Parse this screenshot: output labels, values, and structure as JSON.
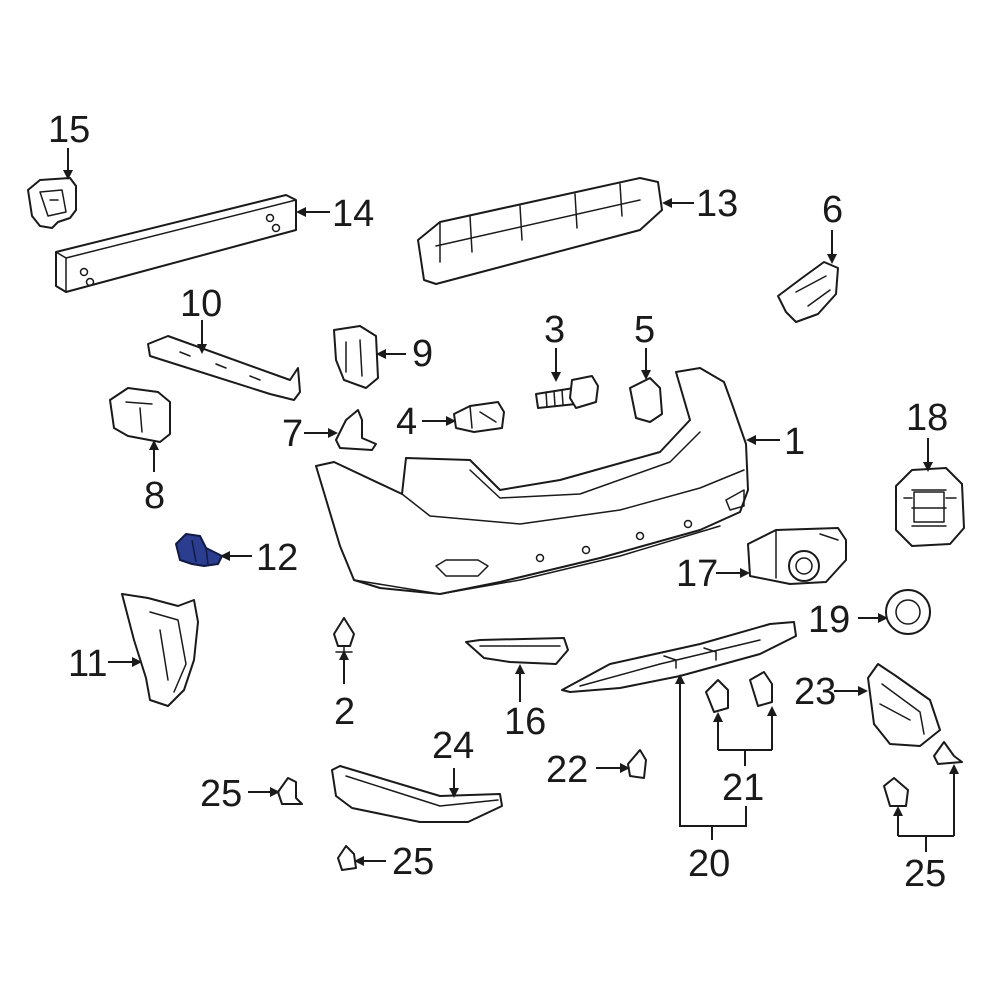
{
  "highlight_color": "#2b3d8f",
  "callouts": {
    "c1": "1",
    "c2": "2",
    "c3": "3",
    "c4": "4",
    "c5": "5",
    "c6": "6",
    "c7": "7",
    "c8": "8",
    "c9": "9",
    "c10": "10",
    "c11": "11",
    "c12": "12",
    "c13": "13",
    "c14": "14",
    "c15": "15",
    "c16": "16",
    "c17": "17",
    "c18": "18",
    "c19": "19",
    "c20": "20",
    "c21": "21",
    "c22": "22",
    "c23": "23",
    "c24": "24",
    "c25a": "25",
    "c25b": "25",
    "c25c": "25"
  }
}
